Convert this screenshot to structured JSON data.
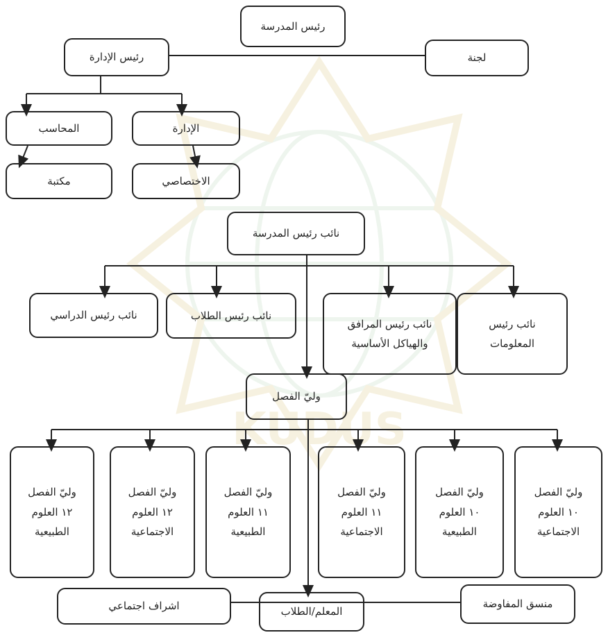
{
  "watermark": {
    "text": "KUDUS",
    "color": "#e8d9a8",
    "ring_color": "#cfe3cf"
  },
  "colors": {
    "line": "#222222",
    "box_border": "#222222"
  },
  "boxes": {
    "school_head": {
      "lines": [
        "رئيس المدرسة"
      ]
    },
    "admin_head": {
      "lines": [
        "رئيس الإدارة"
      ]
    },
    "committee": {
      "lines": [
        "لجنة"
      ]
    },
    "accountant": {
      "lines": [
        "المحاسب"
      ]
    },
    "administration": {
      "lines": [
        "الإدارة"
      ]
    },
    "library": {
      "lines": [
        "مكتبة"
      ]
    },
    "specialist": {
      "lines": [
        "الاختصاصي"
      ]
    },
    "deputy_head": {
      "lines": [
        "نائب رئيس المدرسة"
      ]
    },
    "deputy_curriculum": {
      "lines": [
        "نائب رئيس الدراسي"
      ]
    },
    "deputy_students": {
      "lines": [
        "نائب رئيس الطلاب"
      ]
    },
    "deputy_facilities": {
      "lines": [
        "نائب رئيس المرافق",
        "والهياكل الأساسية"
      ]
    },
    "deputy_info": {
      "lines": [
        "نائب رئيس",
        "المعلومات"
      ]
    },
    "homeroom": {
      "lines": [
        "وليّ الفصل"
      ]
    },
    "hr_12_science": {
      "lines": [
        "وليّ الفصل",
        "١٢ العلوم",
        "الطبيعية"
      ]
    },
    "hr_12_social": {
      "lines": [
        "وليّ الفصل",
        "١٢ العلوم",
        "الاجتماعية"
      ]
    },
    "hr_11_science": {
      "lines": [
        "وليّ الفصل",
        "١١ العلوم",
        "الطبيعية"
      ]
    },
    "hr_11_social": {
      "lines": [
        "وليّ الفصل",
        "١١ العلوم",
        "الاجتماعية"
      ]
    },
    "hr_10_science": {
      "lines": [
        "وليّ الفصل",
        "١٠ العلوم",
        "الطبيعية"
      ]
    },
    "hr_10_social": {
      "lines": [
        "وليّ الفصل",
        "١٠ العلوم",
        "الاجتماعية"
      ]
    },
    "social_supervision": {
      "lines": [
        "اشراف اجتماعي"
      ]
    },
    "teacher_students": {
      "lines": [
        "المعلم/الطلاب"
      ]
    },
    "negotiation_coordinator": {
      "lines": [
        "منسق المفاوضة"
      ]
    }
  }
}
